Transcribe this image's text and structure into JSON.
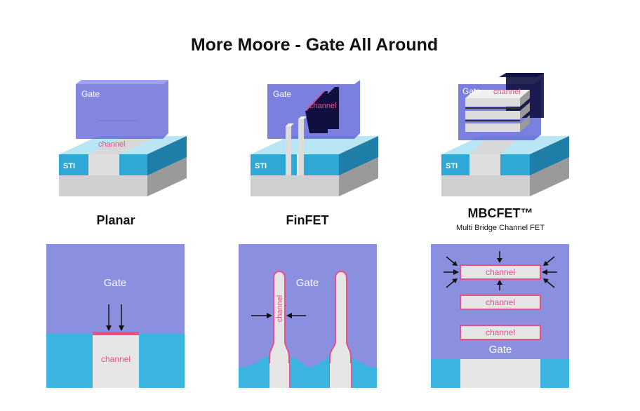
{
  "title": "More Moore - Gate All Around",
  "planar": {
    "name": "Planar",
    "gate_label": "Gate",
    "channel_label": "channel",
    "sti_label": "STI"
  },
  "finfet": {
    "name": "FinFET",
    "gate_label": "Gate",
    "channel_label": "channel",
    "sti_label": "STI"
  },
  "mbcfet": {
    "name": "MBCFET™",
    "subtitle": "Multi Bridge Channel FET",
    "gate_label": "Gate",
    "channel_label": "channel",
    "sti_label": "STI"
  },
  "colors": {
    "gate": "#8a8fe0",
    "sti": "#3bb5e0",
    "silicon": "#e6e6e6",
    "channel_outline": "#e8508a"
  }
}
